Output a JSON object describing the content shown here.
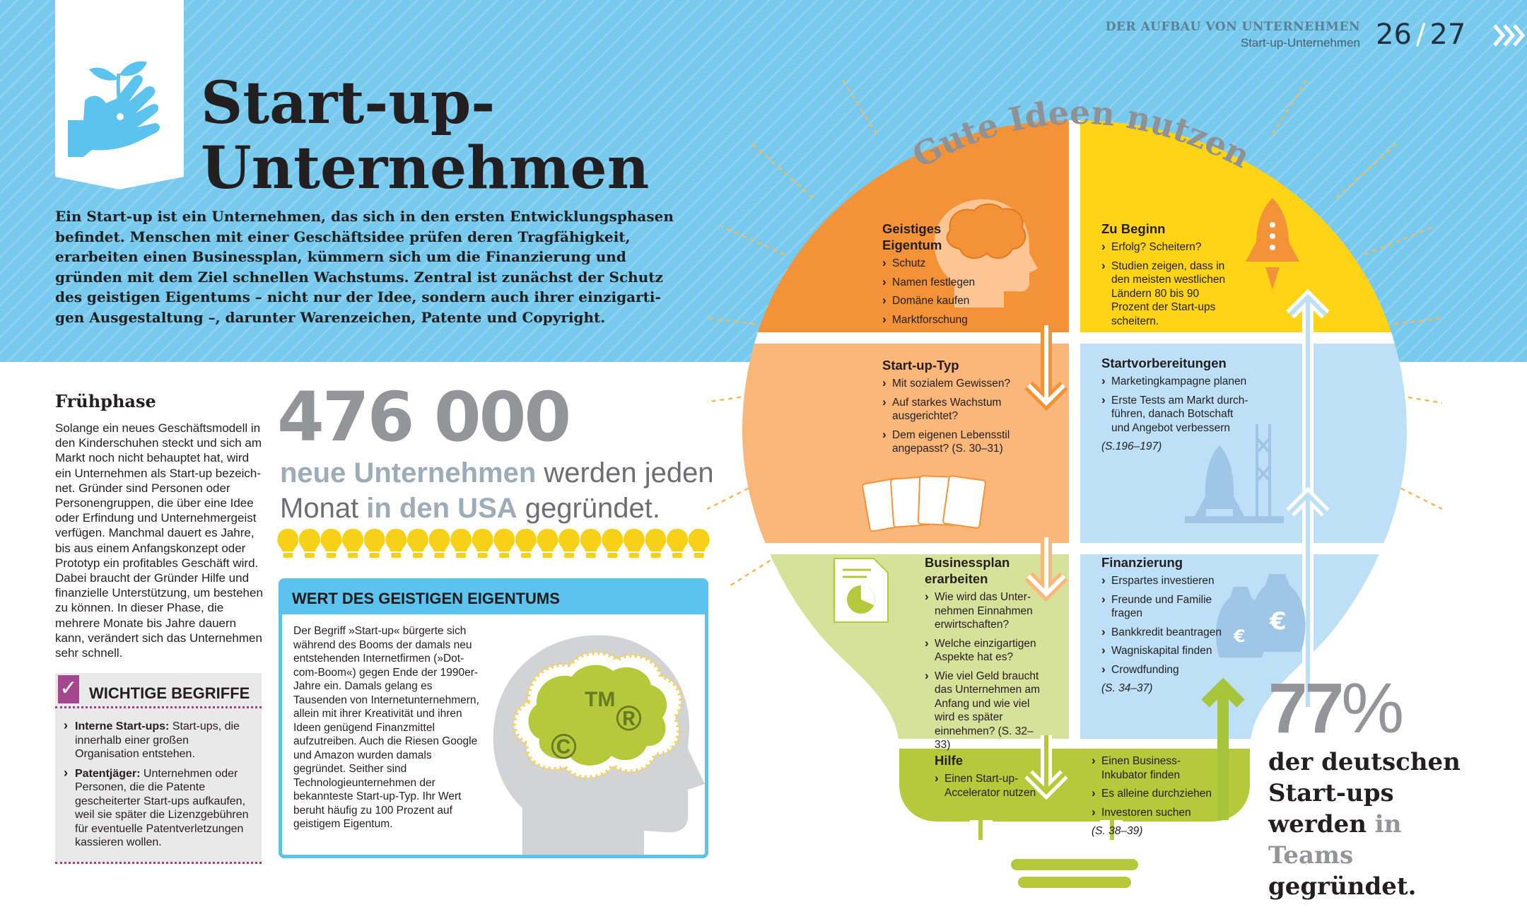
{
  "header": {
    "section": "DER AUFBAU VON UNTERNEHMEN",
    "subsection": "Start-up-Unternehmen",
    "page_left": "26",
    "page_separator": "/",
    "page_right": "27"
  },
  "title": {
    "line1": "Start-up-",
    "line2": "Unternehmen"
  },
  "intro": "Ein Start-up ist ein Unternehmen, das sich in den ersten Entwicklungspha­sen befindet. Menschen mit einer Geschäftsidee prüfen deren Tragfähigkeit, erarbeiten einen Businessplan, kümmern sich um die Finanzierung und gründen mit dem Ziel schnellen Wachstums. Zentral ist zunächst der Schutz des geistigen Eigentums – nicht nur der Idee, sondern auch ihrer einzigarti­gen Ausgestaltung –, darunter Warenzeichen, Patente und Copyright.",
  "fruehphase": {
    "heading": "Frühphase",
    "body": "Solange ein neues Geschäftsmodell in den Kinderschuhen steckt und sich am Markt noch nicht behauptet hat, wird ein Unternehmen als Start-up bezeich­net. Gründer sind Personen oder Personengruppen, die über eine Idee oder Erfindung und Unternehmer­geist verfügen. Manchmal dauert es Jahre, bis aus einem Anfangskonzept oder Prototyp ein profitables Geschäft wird. Dabei braucht der Gründer Hilfe und finanzielle Unterstützung, um bestehen zu können. In dieser Phase, die mehrere Monate bis Jahre dauern kann, verändert sich das Unternehmen sehr schnell."
  },
  "wichtige_begriffe": {
    "check": "✓",
    "title": "WICHTIGE BEGRIFFE",
    "items": [
      {
        "term": "Interne Start-ups:",
        "text": " Start-ups, die innerhalb einer großen Organisation entstehen."
      },
      {
        "term": "Patentjäger:",
        "text": " Unternehmen oder Personen, die die Patente gescheiter­ter Start-ups aufkaufen, weil sie später die Lizenzgebühren für eventuelle Patentverletzungen kassieren wollen."
      }
    ]
  },
  "stat_usa": {
    "number": "476 000",
    "part1": "neue Unternehmen",
    "part2": " werden jeden Monat ",
    "part3": "in den USA",
    "part4": " gegründet.",
    "bulb_count": 20,
    "bulb_color": "#f7d117"
  },
  "wert": {
    "title": "WERT DES GEISTIGEN EIGENTUMS",
    "body": "Der Begriff »Start-up« bürgerte sich während des Booms der damals neu entstehenden Internetfirmen (»Dot-com-Boom«) gegen Ende der 1990er-Jahre ein. Damals gelang es Tausenden von Internetunter­nehmern, allein mit ihrer Kreati­vität und ihren Ideen genügend Finanzmittel aufzutreiben. Auch die Riesen Google und Amazon wurden damals gegründet. Seither sind Technologieunternehmen der bekannteste Start-up-Typ. Ihr Wert beruht häufig zu 100 Prozent auf geistigem Eigentum.",
    "symbol_tm": "TM",
    "symbol_r": "®",
    "symbol_c": "©"
  },
  "bulb": {
    "arc_title": "Gute Ideen nutzen",
    "geistiges_eigentum": {
      "title_line1": "Geistiges",
      "title_line2": "Eigentum",
      "items": [
        "Schutz",
        "Namen festlegen",
        "Domäne kaufen",
        "Marktforschung"
      ]
    },
    "zu_beginn": {
      "title": "Zu Beginn",
      "items": [
        "Erfolg? Scheitern?",
        "Studien zeigen, dass in den meisten westlichen Ländern 80 bis 90 Prozent der Start-ups scheitern."
      ]
    },
    "startup_typ": {
      "title": "Start-up-Typ",
      "items": [
        "Mit sozialem Gewissen?",
        "Auf starkes Wachstum ausgerichtet?",
        "Dem eigenen Lebensstil angepasst? (S. 30–31)"
      ]
    },
    "startvorbereitungen": {
      "title": "Startvorbereitungen",
      "items": [
        "Marketingkampagne planen",
        "Erste Tests am Markt durch­führen, danach Botschaft und Angebot verbessern"
      ],
      "ref": "(S.196–197)"
    },
    "businessplan": {
      "title_line1": "Businessplan",
      "title_line2": "erarbeiten",
      "items": [
        "Wie wird das Unter­nehmen Einnahmen erwirtschaften?",
        "Welche einzigartigen Aspekte hat es?",
        "Wie viel Geld braucht das Unternehmen am Anfang und wie viel wird es später einnehmen? (S. 32–33)"
      ]
    },
    "finanzierung": {
      "title": "Finanzierung",
      "items": [
        "Erspartes investieren",
        "Freunde und Familie fragen",
        "Bankkredit beantragen",
        "Wagniskapital finden",
        "Crowdfunding"
      ],
      "ref": "(S. 34–37)",
      "currency": "€"
    },
    "hilfe": {
      "title": "Hilfe",
      "left_items": [
        "Einen Start-up-Accelerator nutzen"
      ],
      "right_items": [
        "Einen Business-Inkubator finden",
        "Es alleine durchziehen",
        "Investoren suchen"
      ],
      "ref": "(S. 38–39)"
    },
    "colors": {
      "orange": "#f39237",
      "light_orange": "#fbb77a",
      "yellow": "#ffd417",
      "light_blue": "#bde0f7",
      "green": "#b5ca3a",
      "light_green": "#d6e29a",
      "lime": "#a6c53a"
    }
  },
  "stat_de": {
    "number": "77",
    "percent": "%",
    "line1": "der deutschen",
    "line2a": "Start-ups werden ",
    "line2b": "in",
    "line3a": "Teams",
    "line3b": " gegründet."
  }
}
